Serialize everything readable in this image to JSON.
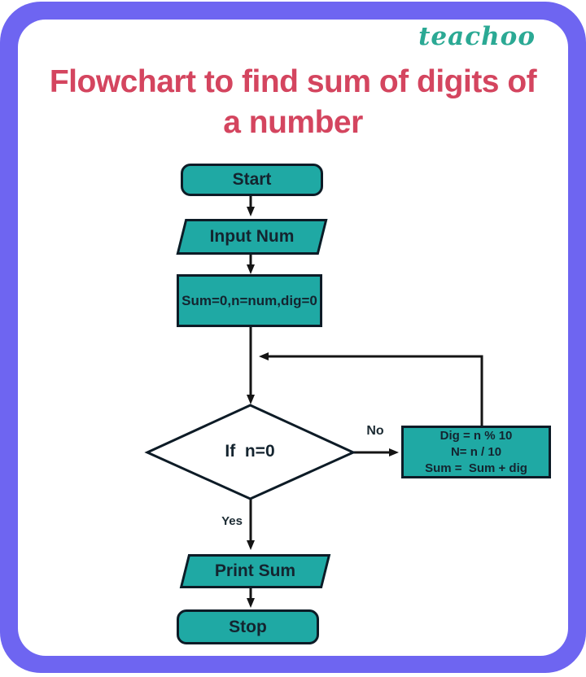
{
  "header": {
    "logo": "teachoo",
    "title_line1": "Flowchart to find sum of digits of",
    "title_line2": "a number"
  },
  "flowchart": {
    "start_label": "Start",
    "input_label": "Input Num",
    "init_label": "Sum=0,n=num,dig=0",
    "decision_label": "If  n=0",
    "no_label": "No",
    "yes_label": "Yes",
    "loop_box": {
      "line1": "Dig = n % 10",
      "line2": "N= n / 10",
      "line3": "Sum =  Sum + dig"
    },
    "print_label": "Print Sum",
    "stop_label": "Stop"
  },
  "colors": {
    "frame": "#6E65F1",
    "shape-fill": "#1FA9A4",
    "shape-stroke": "#0D1B26",
    "shape-text": "#14242F",
    "title": "#D4455F",
    "logo": "#2BA994",
    "connector": "#141414"
  }
}
